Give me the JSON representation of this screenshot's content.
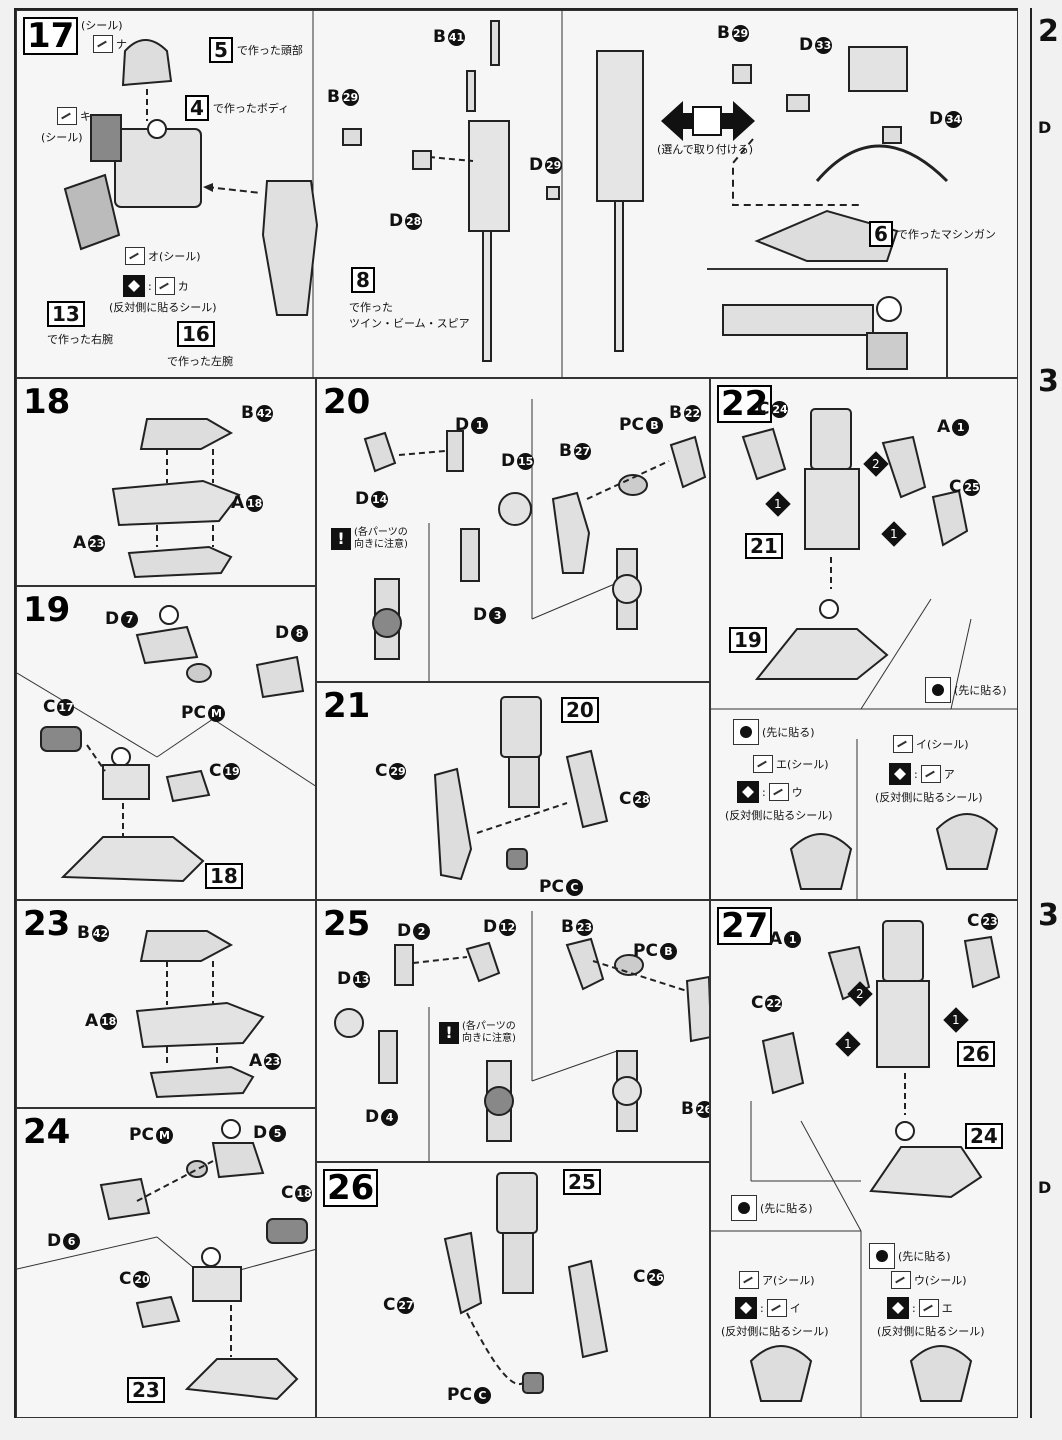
{
  "steps": {
    "s17": {
      "number": "17",
      "labels": {
        "sticker_top": "(シール)",
        "sticker_left": "(シール)",
        "sticker_na": "ナ",
        "sticker_ki": "キ",
        "sticker_o": "オ(シール)",
        "flip_ka": "カ",
        "flip_caption": "(反対側に貼るシール)"
      },
      "refs": {
        "head_num": "5",
        "head_text": "で作った頭部",
        "body_num": "4",
        "body_text": "で作ったボディ",
        "rarm_num": "13",
        "rarm_text": "で作った右腕",
        "larm_num": "16",
        "larm_text": "で作った左腕"
      },
      "parts": {
        "b41": "B",
        "b41_n": "41",
        "b29": "B",
        "b29_n": "29",
        "d29": "D",
        "d29_n": "29",
        "d28": "D",
        "d28_n": "28"
      },
      "spear_num": "8",
      "spear_text1": "で作った",
      "spear_text2": "ツイン・ビーム・スピア",
      "choose": "(選んで取り付ける)",
      "gun_parts": {
        "b29": "B",
        "b29_n": "29",
        "d33": "D",
        "d33_n": "33",
        "d34": "D",
        "d34_n": "34"
      },
      "gun_num": "6",
      "gun_text": "で作ったマシンガン"
    },
    "s18": {
      "number": "18",
      "b42": "B",
      "b42_n": "42",
      "a18": "A",
      "a18_n": "18",
      "a23": "A",
      "a23_n": "23"
    },
    "s19": {
      "number": "19",
      "d7": "D",
      "d7_n": "7",
      "d8": "D",
      "d8_n": "8",
      "pcm": "PC",
      "pcm_n": "M",
      "c17": "C",
      "c17_n": "17",
      "c19": "C",
      "c19_n": "19",
      "ref": "18"
    },
    "s20": {
      "number": "20",
      "d1": "D",
      "d1_n": "1",
      "d15": "D",
      "d15_n": "15",
      "d14": "D",
      "d14_n": "14",
      "d3": "D",
      "d3_n": "3",
      "pcb": "PC",
      "pcb_n": "B",
      "b22": "B",
      "b22_n": "22",
      "b27": "B",
      "b27_n": "27",
      "warn": "(各パーツの\n向きに注意)"
    },
    "s21": {
      "number": "21",
      "c29": "C",
      "c29_n": "29",
      "c28": "C",
      "c28_n": "28",
      "pcc": "PC",
      "pcc_n": "C",
      "ref": "20"
    },
    "s22": {
      "number": "22",
      "c24": "C",
      "c24_n": "24",
      "a1": "A",
      "a1_n": "1",
      "c25": "C",
      "c25_n": "25",
      "ref21": "21",
      "ref19": "19",
      "first1": "(先に貼る)",
      "first2": "(先に貼る)",
      "st_e": "エ(シール)",
      "st_u": "ウ",
      "st_i": "イ(シール)",
      "st_a": "ア",
      "flip1": "(反対側に貼るシール)",
      "flip2": "(反対側に貼るシール)",
      "o1": "1",
      "o2": "2"
    },
    "s23": {
      "number": "23",
      "b42": "B",
      "b42_n": "42",
      "a18": "A",
      "a18_n": "18",
      "a23": "A",
      "a23_n": "23"
    },
    "s24": {
      "number": "24",
      "pcm": "PC",
      "pcm_n": "M",
      "d5": "D",
      "d5_n": "5",
      "d6": "D",
      "d6_n": "6",
      "c18": "C",
      "c18_n": "18",
      "c20": "C",
      "c20_n": "20",
      "ref": "23"
    },
    "s25": {
      "number": "25",
      "d2": "D",
      "d2_n": "2",
      "d12": "D",
      "d12_n": "12",
      "d13": "D",
      "d13_n": "13",
      "d4": "D",
      "d4_n": "4",
      "b23": "B",
      "b23_n": "23",
      "pcb": "PC",
      "pcb_n": "B",
      "b26": "B",
      "b26_n": "26",
      "warn": "(各パーツの\n向きに注意)"
    },
    "s26": {
      "number": "26",
      "ref": "25",
      "c27": "C",
      "c27_n": "27",
      "c26": "C",
      "c26_n": "26",
      "pcc": "PC",
      "pcc_n": "C"
    },
    "s27": {
      "number": "27",
      "a1": "A",
      "a1_n": "1",
      "c23": "C",
      "c23_n": "23",
      "c22": "C",
      "c22_n": "22",
      "ref26": "26",
      "ref24": "24",
      "first1": "(先に貼る)",
      "first2": "(先に貼る)",
      "st_a": "ア(シール)",
      "st_i": "イ",
      "st_u": "ウ(シール)",
      "st_e": "エ",
      "flip1": "(反対側に貼るシール)",
      "flip2": "(反対側に貼るシール)",
      "o1": "1",
      "o2": "2"
    }
  },
  "side": {
    "n1": "2",
    "n2": "3",
    "n3": "3",
    "d": "D"
  }
}
